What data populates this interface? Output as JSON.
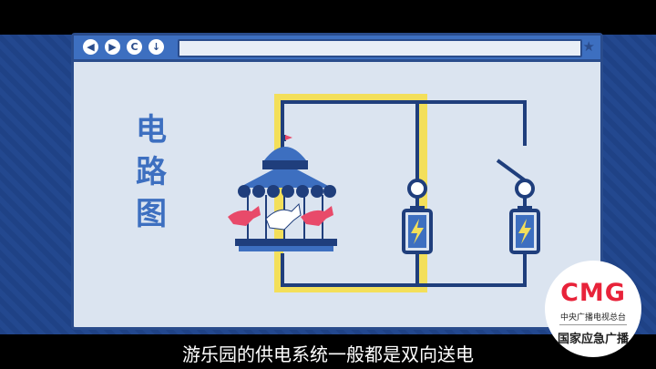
{
  "diagram": {
    "title": "电路图"
  },
  "subtitle": "游乐园的供电系统一般都是双向送电",
  "logo": {
    "brand": "CMG",
    "line1": "中央广播电视总台",
    "line2": "国家应急广播"
  },
  "browser": {
    "back_icon": "◀",
    "forward_icon": "▶",
    "refresh_icon": "C",
    "download_icon": "↓",
    "star_icon": "★"
  }
}
